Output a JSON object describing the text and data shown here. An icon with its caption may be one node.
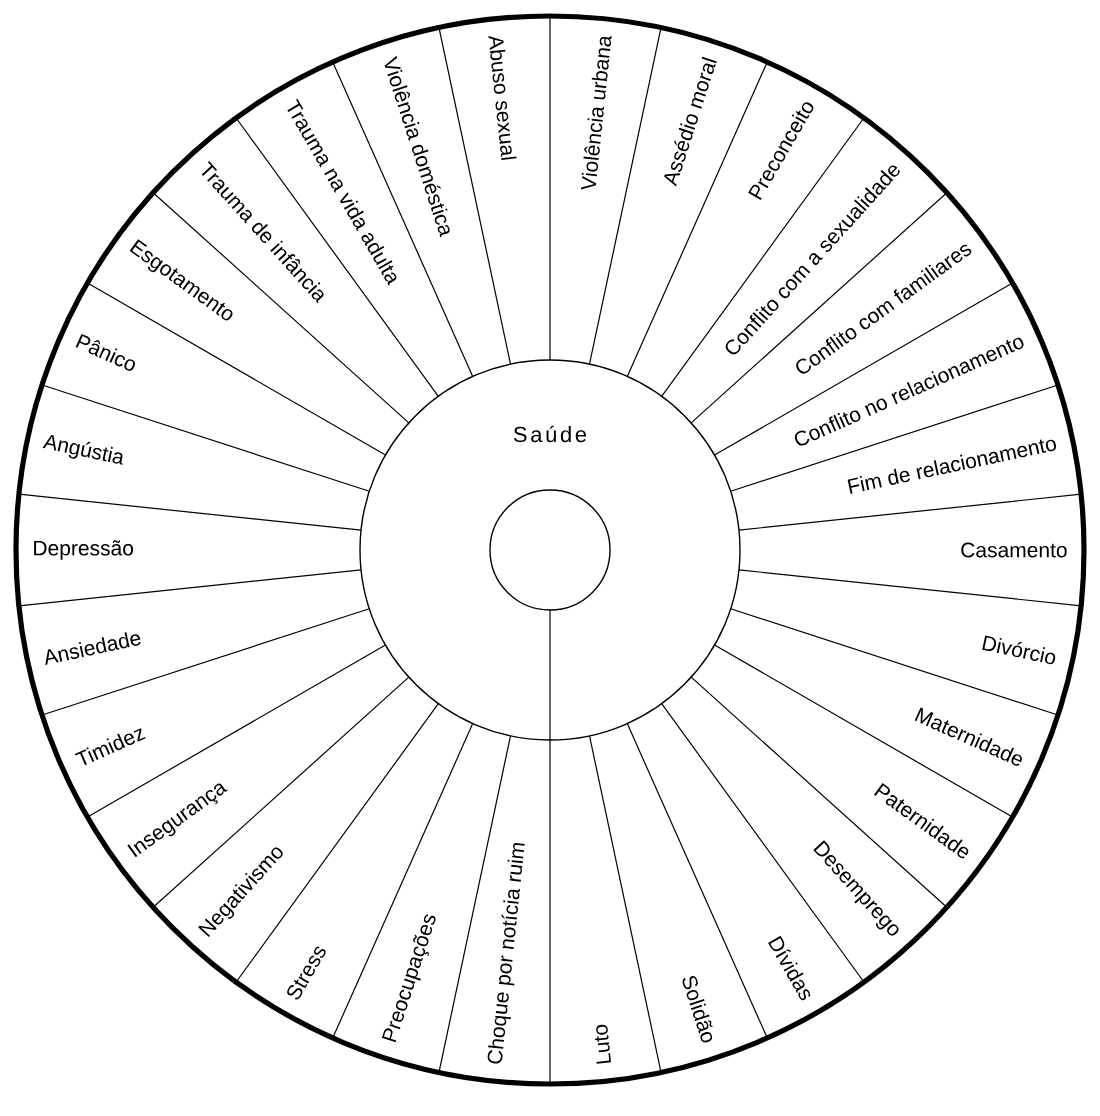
{
  "diagram": {
    "nodes": [
      {
        "text": [
          "Saúde"
        ]
      },
      {
        "text": [
          "Violência urbana"
        ]
      },
      {
        "text": [
          "Assédio moral"
        ]
      },
      {
        "text": [
          "Preconceito"
        ]
      },
      {
        "text": [
          "Conflito com a sexualidade"
        ]
      },
      {
        "text": [
          "Conflito com familiares"
        ]
      },
      {
        "text": [
          "Conflito no relacionamento"
        ]
      },
      {
        "text": [
          "Fim de relacionamento"
        ]
      },
      {
        "text": [
          "Casamento"
        ]
      },
      {
        "text": [
          "Divórcio"
        ]
      },
      {
        "text": [
          "Maternidade"
        ]
      },
      {
        "text": [
          "Paternidade"
        ]
      },
      {
        "text": [
          "Desemprego"
        ]
      },
      {
        "text": [
          "Dívidas"
        ]
      },
      {
        "text": [
          "Solidão"
        ]
      },
      {
        "text": [
          "Luto"
        ]
      },
      {
        "text": [
          "Choque por notícia ruim"
        ]
      },
      {
        "text": [
          "Preocupações"
        ]
      },
      {
        "text": [
          "Stress"
        ]
      },
      {
        "text": [
          "Negativismo"
        ]
      },
      {
        "text": [
          "Insegurança"
        ]
      },
      {
        "text": [
          "Timidez"
        ]
      },
      {
        "text": [
          "Ansiedade"
        ]
      },
      {
        "text": [
          "Depressão"
        ]
      },
      {
        "text": [
          "Angústia"
        ]
      },
      {
        "text": [
          "Pânico"
        ]
      },
      {
        "text": [
          "Esgotamento"
        ]
      },
      {
        "text": [
          "Trauma de infância"
        ]
      },
      {
        "text": [
          "Trauma na vida adulta"
        ]
      },
      {
        "text": [
          "Violência doméstica"
        ]
      },
      {
        "text": [
          "Abuso sexual"
        ]
      }
    ]
  }
}
